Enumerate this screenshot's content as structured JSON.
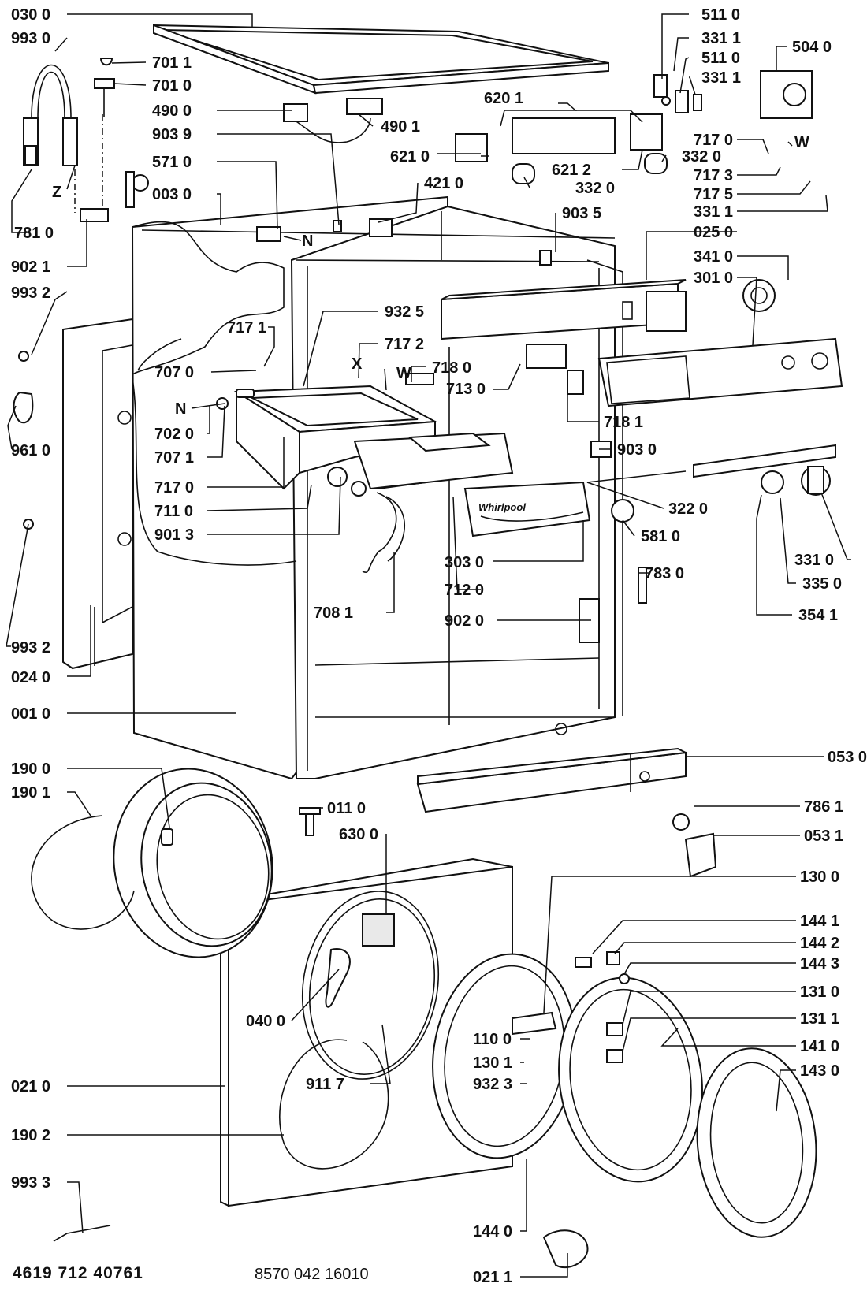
{
  "document": {
    "code_left": "4619 712 40761",
    "code_right": "8570 042 16010",
    "brand_mark": "Whirlpool"
  },
  "part_labels": [
    "030 0",
    "993 0",
    "701 1",
    "701 0",
    "490 0",
    "903 9",
    "490 1",
    "571 0",
    "003 0",
    "Z",
    "781 0",
    "902 1",
    "993 2",
    "717 1",
    "707 0",
    "N",
    "702 0",
    "707 1",
    "717 0",
    "711 0",
    "901 3",
    "961 0",
    "993 2",
    "024 0",
    "001 0",
    "932 5",
    "X",
    "717 2",
    "W",
    "718 0",
    "713 0",
    "718 1",
    "903 0",
    "322 0",
    "581 0",
    "303 0",
    "712 0",
    "708 1",
    "902 0",
    "783 0",
    "354 1",
    "331 0",
    "335 0",
    "421 0",
    "903 5",
    "620 1",
    "621 0",
    "621 2",
    "332 0",
    "332 0",
    "511 0",
    "331 1",
    "511 0",
    "331 1",
    "504 0",
    "717 0",
    "W",
    "717 3",
    "717 5",
    "331 1",
    "025 0",
    "341 0",
    "301 0",
    "N",
    "053 0",
    "786 1",
    "053 1",
    "011 0",
    "630 0",
    "190 0",
    "190 1",
    "130 0",
    "144 1",
    "144 2",
    "144 3",
    "131 0",
    "131 1",
    "141 0",
    "143 0",
    "040 0",
    "110 0",
    "130 1",
    "932 3",
    "911 7",
    "021 0",
    "190 2",
    "993 3",
    "144 0",
    "021 1"
  ]
}
